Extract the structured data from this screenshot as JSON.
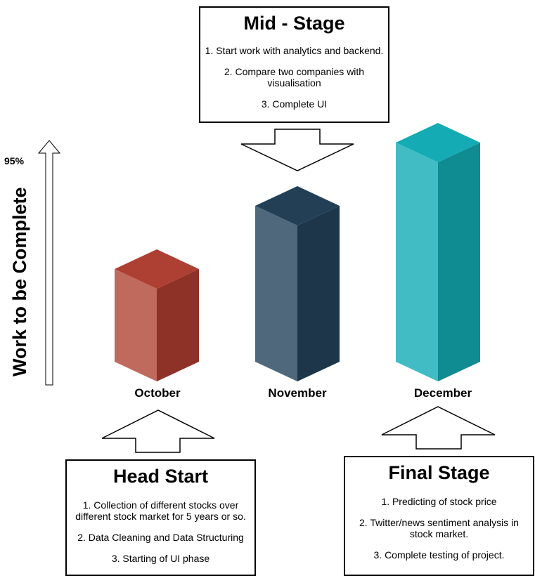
{
  "axis": {
    "title": "Work to be Complete",
    "percent_label": "95%"
  },
  "months": {
    "october": "October",
    "november": "November",
    "december": "December"
  },
  "mid_stage": {
    "title": "Mid - Stage",
    "items": [
      "1. Start work with analytics and backend.",
      "2. Compare two companies with visualisation",
      "3. Complete UI"
    ]
  },
  "head_start": {
    "title": "Head Start",
    "items": [
      "1. Collection of different stocks over different stock market for 5 years or so.",
      "2. Data Cleaning and Data Structuring",
      "3. Starting of UI phase"
    ]
  },
  "final_stage": {
    "title": "Final Stage",
    "items": [
      "1. Predicting of stock price",
      "2. Twitter/news sentiment analysis in stock market.",
      "3. Complete testing of project."
    ]
  },
  "colors": {
    "october": {
      "front": "#BF6A5D",
      "side": "#8E3227",
      "top": "#AD4033"
    },
    "november": {
      "front": "#4F687B",
      "side": "#1E3649",
      "top": "#223F56"
    },
    "december": {
      "front": "#42BCC4",
      "side": "#0F8B92",
      "top": "#14ABB5"
    }
  }
}
